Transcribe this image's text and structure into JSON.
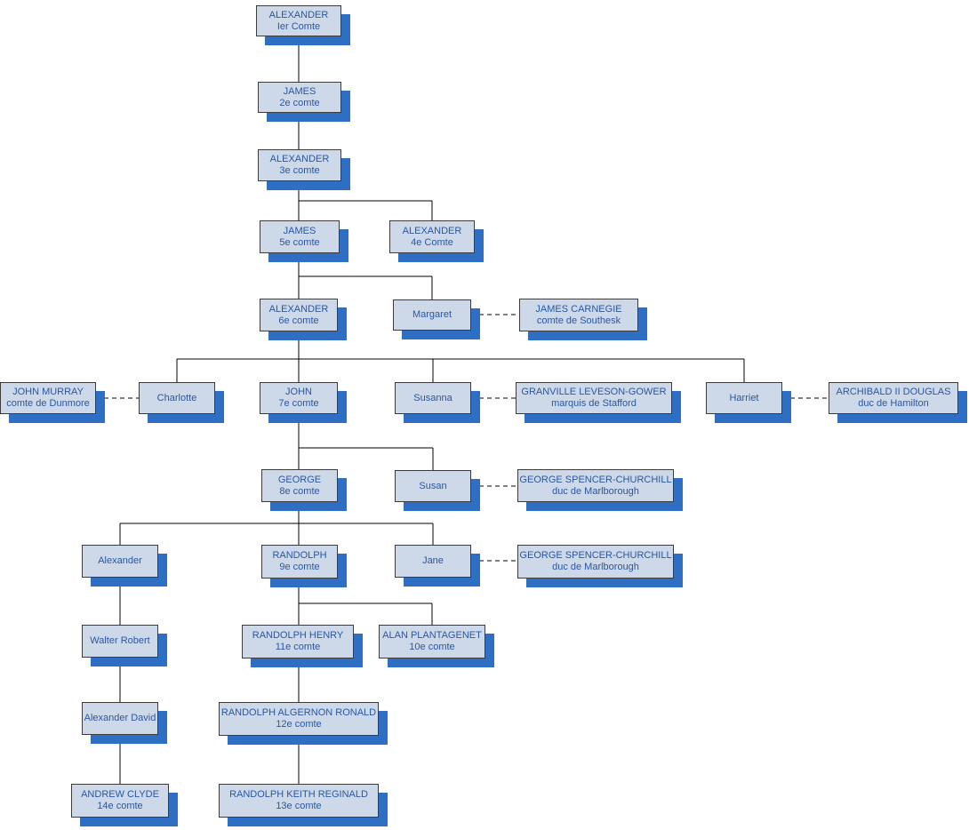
{
  "diagram": {
    "kind": "family-tree",
    "language": "fr"
  },
  "colors": {
    "node-fill": "#cdd9e8",
    "node-border": "#3b3b3b",
    "node-text": "#2a56a4",
    "node-shadow": "#2f6fc3",
    "connector": "#000000",
    "background": "#ffffff"
  },
  "nodes": [
    {
      "id": "alexander-1er",
      "line1": "ALEXANDER",
      "line2": "Ier Comte"
    },
    {
      "id": "james-2e",
      "line1": "JAMES",
      "line2": "2e comte"
    },
    {
      "id": "alexander-3e",
      "line1": "ALEXANDER",
      "line2": "3e comte"
    },
    {
      "id": "james-5e",
      "line1": "JAMES",
      "line2": "5e comte"
    },
    {
      "id": "alexander-4e",
      "line1": "ALEXANDER",
      "line2": "4e Comte"
    },
    {
      "id": "alexander-6e",
      "line1": "ALEXANDER",
      "line2": "6e comte"
    },
    {
      "id": "margaret",
      "line1": "Margaret"
    },
    {
      "id": "james-carnegie",
      "line1": "JAMES CARNEGIE",
      "line2": "comte de Southesk"
    },
    {
      "id": "john-murray",
      "line1": "JOHN MURRAY",
      "line2": "comte de Dunmore"
    },
    {
      "id": "charlotte",
      "line1": "Charlotte"
    },
    {
      "id": "john-7e",
      "line1": "JOHN",
      "line2": "7e comte"
    },
    {
      "id": "susanna",
      "line1": "Susanna"
    },
    {
      "id": "granville-leveson-gower",
      "line1": "GRANVILLE LEVESON-GOWER",
      "line2": "marquis de Stafford"
    },
    {
      "id": "harriet",
      "line1": "Harriet"
    },
    {
      "id": "archibald-ii-douglas",
      "line1": "ARCHIBALD II DOUGLAS",
      "line2": "duc de Hamilton"
    },
    {
      "id": "george-8e",
      "line1": "GEORGE",
      "line2": "8e comte"
    },
    {
      "id": "susan",
      "line1": "Susan"
    },
    {
      "id": "george-spencer-churchill-1",
      "line1": "GEORGE SPENCER-CHURCHILL",
      "line2": "duc de Marlborough"
    },
    {
      "id": "alexander",
      "line1": "Alexander"
    },
    {
      "id": "randolph-9e",
      "line1": "RANDOLPH",
      "line2": "9e comte"
    },
    {
      "id": "jane",
      "line1": "Jane"
    },
    {
      "id": "george-spencer-churchill-2",
      "line1": "GEORGE SPENCER-CHURCHILL",
      "line2": "duc de Marlborough"
    },
    {
      "id": "walter-robert",
      "line1": "Walter Robert"
    },
    {
      "id": "randolph-henry-11e",
      "line1": "RANDOLPH HENRY",
      "line2": "11e comte"
    },
    {
      "id": "alan-plantagenet-10e",
      "line1": "ALAN PLANTAGENET",
      "line2": "10e comte"
    },
    {
      "id": "alexander-david",
      "line1": "Alexander David"
    },
    {
      "id": "randolph-algernon-ronald-12e",
      "line1": "RANDOLPH ALGERNON RONALD",
      "line2": "12e comte"
    },
    {
      "id": "andrew-clyde-14e",
      "line1": "ANDREW CLYDE",
      "line2": "14e comte"
    },
    {
      "id": "randolph-keith-reginald-13e",
      "line1": "RANDOLPH KEITH REGINALD",
      "line2": "13e comte"
    }
  ],
  "edges": {
    "descent": [
      [
        "alexander-1er",
        "james-2e"
      ],
      [
        "james-2e",
        "alexander-3e"
      ],
      [
        "alexander-3e",
        "james-5e"
      ],
      [
        "alexander-3e",
        "alexander-4e"
      ],
      [
        "james-5e",
        "alexander-6e"
      ],
      [
        "james-5e",
        "margaret"
      ],
      [
        "alexander-6e",
        "charlotte"
      ],
      [
        "alexander-6e",
        "john-7e"
      ],
      [
        "alexander-6e",
        "susanna"
      ],
      [
        "alexander-6e",
        "harriet"
      ],
      [
        "john-7e",
        "george-8e"
      ],
      [
        "john-7e",
        "susan"
      ],
      [
        "george-8e",
        "alexander"
      ],
      [
        "george-8e",
        "randolph-9e"
      ],
      [
        "george-8e",
        "jane"
      ],
      [
        "alexander",
        "walter-robert"
      ],
      [
        "walter-robert",
        "alexander-david"
      ],
      [
        "alexander-david",
        "andrew-clyde-14e"
      ],
      [
        "randolph-9e",
        "randolph-henry-11e"
      ],
      [
        "randolph-9e",
        "alan-plantagenet-10e"
      ],
      [
        "randolph-henry-11e",
        "randolph-algernon-ronald-12e"
      ],
      [
        "randolph-algernon-ronald-12e",
        "randolph-keith-reginald-13e"
      ]
    ],
    "marriage": [
      [
        "margaret",
        "james-carnegie"
      ],
      [
        "john-murray",
        "charlotte"
      ],
      [
        "susanna",
        "granville-leveson-gower"
      ],
      [
        "harriet",
        "archibald-ii-douglas"
      ],
      [
        "susan",
        "george-spencer-churchill-1"
      ],
      [
        "jane",
        "george-spencer-churchill-2"
      ]
    ]
  }
}
